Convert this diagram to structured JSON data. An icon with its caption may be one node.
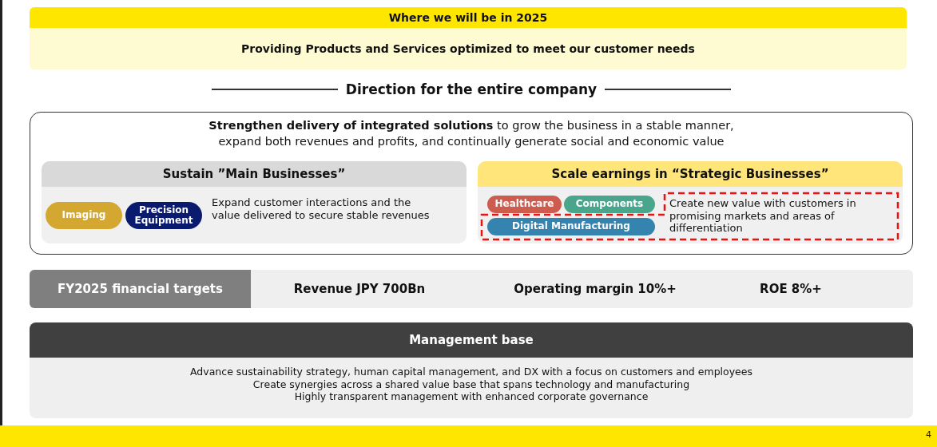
{
  "diagram": {
    "nodes": [
      {
        "text": [
          "Where we will be in 2025",
          "Providing Products and Services optimized to meet our customer needs"
        ]
      },
      {
        "text": [
          "Direction for the entire company",
          "**Strengthen delivery of integrated solutions** to grow the business in a stable manner, expand both revenues and profits, and continually generate social and economic value"
        ]
      },
      {
        "text": [
          "Sustain ”Main Businesses”",
          "Expand customer interactions and the value delivered to secure stable revenues"
        ],
        "in": 1
      },
      {
        "text": [
          "Imaging"
        ],
        "in": 2
      },
      {
        "text": [
          "Precision Equipment"
        ],
        "in": 2
      },
      {
        "text": [
          "Scale earnings in “Strategic Businesses”",
          "Create new value with customers in promising markets and areas of differentiation"
        ],
        "in": 1
      },
      {
        "text": [
          "Healthcare"
        ],
        "in": 5
      },
      {
        "text": [
          "Components"
        ],
        "in": 5
      },
      {
        "text": [
          "Digital Manufacturing"
        ],
        "in": 5
      },
      {
        "text": [
          "FY2025 financial targets"
        ]
      },
      {
        "text": [
          "Management base",
          "Advance sustainability strategy, human capital management, and DX with a focus on customers and employees",
          "Create synergies across a shared value base that spans technology and manufacturing",
          "Highly transparent management with enhanced corporate governance"
        ]
      }
    ],
    "edges": [],
    "labels": [
      "Revenue JPY 700Bn",
      "Operating margin 10%+",
      "ROE 8%+",
      "4"
    ]
  }
}
